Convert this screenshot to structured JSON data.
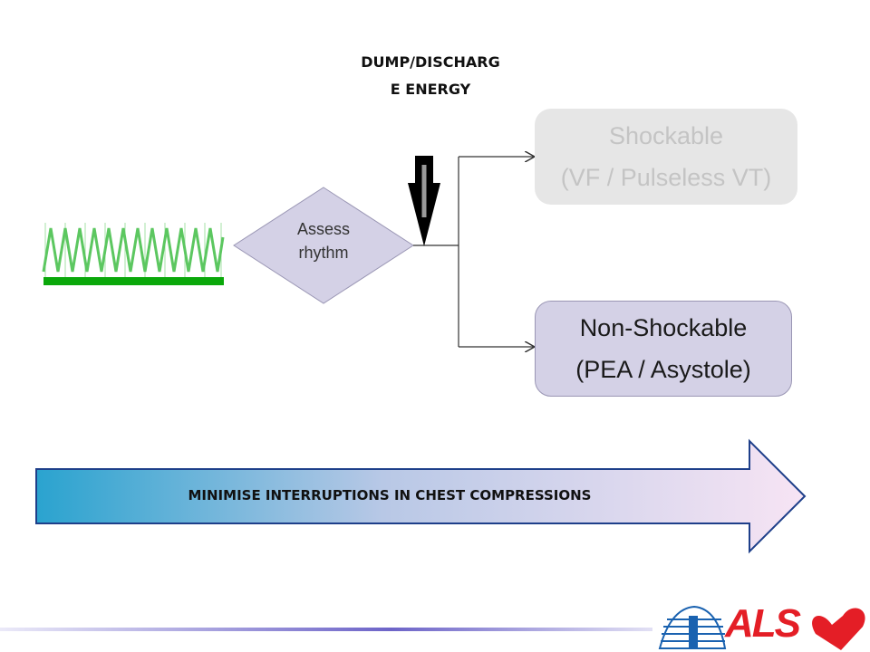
{
  "dump_label": "DUMP/DISCHARG\nE ENERGY",
  "diamond": {
    "line1": "Assess",
    "line2": "rhythm"
  },
  "shockable": {
    "line1": "Shockable",
    "line2": "(VF / Pulseless VT)"
  },
  "non_shockable": {
    "line1": "Non-Shockable",
    "line2": "(PEA / Asystole)"
  },
  "banner": {
    "text": "MINIMISE INTERRUPTIONS IN CHEST COMPRESSIONS"
  },
  "logo": {
    "text": "ALS"
  },
  "colors": {
    "ecg": "#5cc760",
    "ecg_bar": "#0aa80a",
    "diamond_fill": "#d4d1e6",
    "banner_start": "#2aa3cf",
    "banner_end": "#f7e4f4",
    "shockable_fill": "#e6e6e6",
    "logo_red": "#e41e26",
    "logo_blue": "#1a62b0"
  },
  "icons": [
    "ecg-vf-icon",
    "discharge-arrow-icon",
    "als-logo-icon"
  ]
}
